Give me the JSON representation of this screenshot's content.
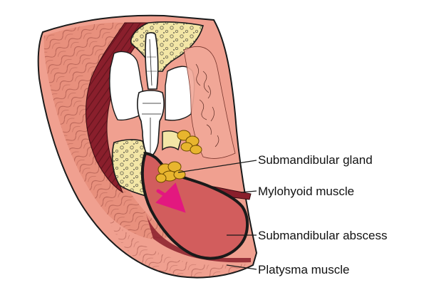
{
  "labels": {
    "submandibular_gland": "Submandibular gland",
    "mylohyoid_muscle": "Mylohyoid muscle",
    "submandibular_abscess": "Submandibular abscess",
    "platysma_muscle": "Platysma muscle"
  },
  "colors": {
    "skin": "#f0a090",
    "muscle": "#e8907d",
    "deep_muscle": "#8a1f2c",
    "bone": "#f3e6a6",
    "tooth": "#ffffff",
    "gland": "#e8b52e",
    "abscess": "#d25d5d",
    "arrow": "#e3187f",
    "outline": "#1a1a1a"
  }
}
